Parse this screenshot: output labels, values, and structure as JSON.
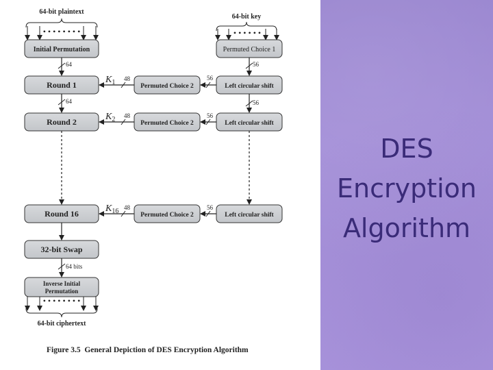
{
  "slide": {
    "title_lines": [
      "DES",
      "Encryption",
      "Algorithm"
    ],
    "accent_panel_color": "#a48fd8",
    "title_color": "#3a2b78"
  },
  "diagram": {
    "top_left_label": "64-bit plaintext",
    "top_right_label": "64-bit key",
    "bottom_label": "64-bit ciphertext",
    "left_column": [
      "Initial Permutation",
      "Round 1",
      "Round 2",
      "Round 16",
      "32-bit Swap",
      "Inverse Initial",
      "Permutation"
    ],
    "right_column": [
      "Permuted Choice 1",
      "Left circular shift",
      "Left circular shift",
      "Left circular shift"
    ],
    "middle_column": [
      "Permuted Choice 2",
      "Permuted Choice 2",
      "Permuted Choice 2"
    ],
    "keys": [
      {
        "k": "K",
        "sub": "1"
      },
      {
        "k": "K",
        "sub": "2"
      },
      {
        "k": "K",
        "sub": "16"
      }
    ],
    "bit_labels": {
      "left_64_a": "64",
      "left_64_b": "64",
      "bits_64": "64 bits",
      "key_48_1": "48",
      "key_48_2": "48",
      "key_48_3": "48",
      "shift_56_1": "56",
      "shift_56_2": "56",
      "shift_56_3": "56",
      "right_56_a": "56",
      "right_56_b": "56"
    },
    "caption": "Figure 3.5  General Depiction of DES Encryption Algorithm"
  }
}
